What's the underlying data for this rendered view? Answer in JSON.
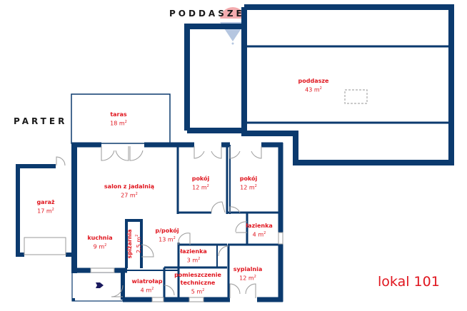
{
  "floors": {
    "attic_label": "PODDASZE",
    "ground_label": "PARTER"
  },
  "unit_label": "lokal 101",
  "colors": {
    "wall": "#0b3a6e",
    "room_text": "#e0151e",
    "door_line": "#9a9a9a",
    "logo_red": "#e0151e",
    "logo_blue": "#2e5fa8"
  },
  "rooms": [
    {
      "id": "poddasze",
      "name": "poddasze",
      "area": "43 m",
      "exp": "2"
    },
    {
      "id": "taras",
      "name": "taras",
      "area": "18 m",
      "exp": "2"
    },
    {
      "id": "garaz",
      "name": "garaż",
      "area": "17 m",
      "exp": "2"
    },
    {
      "id": "salon",
      "name": "salon z jadalnią",
      "area": "27 m",
      "exp": "2"
    },
    {
      "id": "kuchnia",
      "name": "kuchnia",
      "area": "9 m",
      "exp": "2"
    },
    {
      "id": "spizarnia",
      "name": "spiżarnia",
      "area": "2,5 m",
      "exp": "2"
    },
    {
      "id": "ppokoj",
      "name": "p/pokój",
      "area": "13 m",
      "exp": "2"
    },
    {
      "id": "pokoj1",
      "name": "pokój",
      "area": "12 m",
      "exp": "2"
    },
    {
      "id": "pokoj2",
      "name": "pokój",
      "area": "12 m",
      "exp": "2"
    },
    {
      "id": "lazienka1",
      "name": "łazienka",
      "area": "4 m",
      "exp": "2"
    },
    {
      "id": "lazienka2",
      "name": "łazienka",
      "area": "3 m",
      "exp": "2"
    },
    {
      "id": "sypialnia",
      "name": "sypialnia",
      "area": "12 m",
      "exp": "2"
    },
    {
      "id": "wiatrolap",
      "name": "wiatrołap",
      "area": "4 m",
      "exp": "2"
    },
    {
      "id": "techniczne",
      "name": "pomieszczenie techniczne",
      "name_line1": "pomieszczenie",
      "name_line2": "techniczne",
      "area": "5 m",
      "exp": "2"
    }
  ],
  "icons": {
    "entrance": "entrance-arrow-icon",
    "logo": "remax-balloon-logo",
    "hatch": "attic-hatch-icon"
  }
}
